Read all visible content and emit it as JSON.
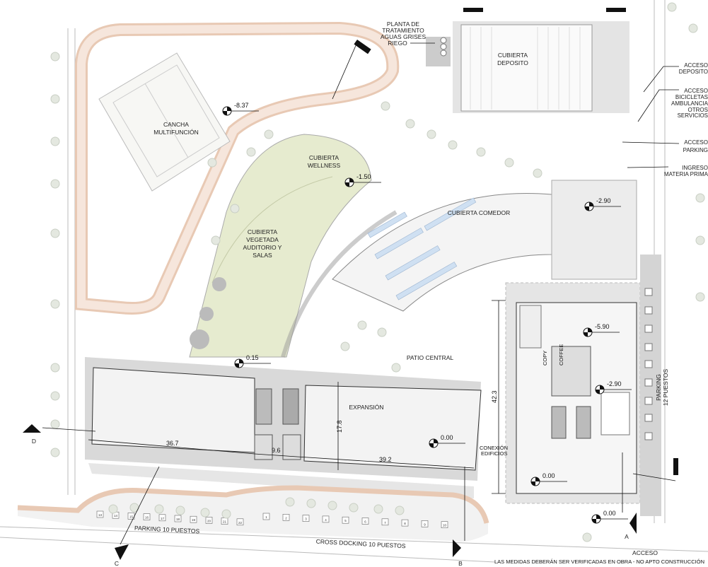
{
  "labels": {
    "planta": [
      "PLANTA DE",
      "TRATAMIENTO",
      "AGUAS GRISES",
      "RIEGO"
    ],
    "deposito": [
      "CUBIERTA",
      "DEPOSITO"
    ],
    "cancha": [
      "CANCHA",
      "MULTIFUNCIÓN"
    ],
    "wellness": [
      "CUBIERTA",
      "WELLNESS"
    ],
    "vegetada": [
      "CUBIERTA",
      "VEGETADA",
      "AUDITORIO Y",
      "SALAS"
    ],
    "comedor": "CUBIERTA COMEDOR",
    "patio": "PATIO CENTRAL",
    "expansion": "EXPANSIÓN",
    "conexion": [
      "CONEXIÓN",
      "EDIFICIOS"
    ],
    "parking_right": [
      "PARKING",
      "12 PUESTOS"
    ],
    "parking_bottom": "PARKING 10 PUESTOS",
    "cross_docking": "CROSS DOCKING 10 PUESTOS",
    "acceso": "ACCESO",
    "room_copy": "COPY",
    "room_coffee": "COFFEE"
  },
  "access_notes": {
    "acceso_deposito": [
      "ACCESO",
      "DEPOSITO"
    ],
    "acceso_servicios": [
      "ACCESO",
      "BICICLETAS",
      "AMBULANCIA",
      "OTROS",
      "SERVICIOS"
    ],
    "acceso_parking": [
      "ACCESO",
      "PARKING"
    ],
    "ingreso_materia": [
      "INGRESO",
      "MATERIA PRIMA"
    ]
  },
  "levels": {
    "cancha": "-8.37",
    "wellness": "-1.50",
    "comedor": "-2.90",
    "core_top": "-5.90",
    "core_mid": "-2.90",
    "vegetada": "0.15",
    "expansion": "0.00",
    "lobby": "0.00",
    "acceso": "0.00"
  },
  "dimensions": {
    "d1": "36.7",
    "d2": "9.6",
    "d3": "39.2",
    "d4": "17.8",
    "d5": "42.3"
  },
  "sections": {
    "a": "A",
    "b": "B",
    "c": "C",
    "d": "D"
  },
  "parking_numbers": [
    "13",
    "14",
    "15",
    "16",
    "17",
    "18",
    "19",
    "20",
    "21",
    "22",
    "1",
    "2",
    "3",
    "4",
    "5",
    "6",
    "7",
    "8",
    "9",
    "10"
  ],
  "footer_note": "LAS MEDIDAS DEBERÁN SER VERIFICADAS EN OBRA - NO APTO CONSTRUCCIÓN",
  "colors": {
    "track": "#f0d8c8",
    "green_roof": "#e6ebcf",
    "solar": "#cfe0f2",
    "building": "#ededed"
  }
}
